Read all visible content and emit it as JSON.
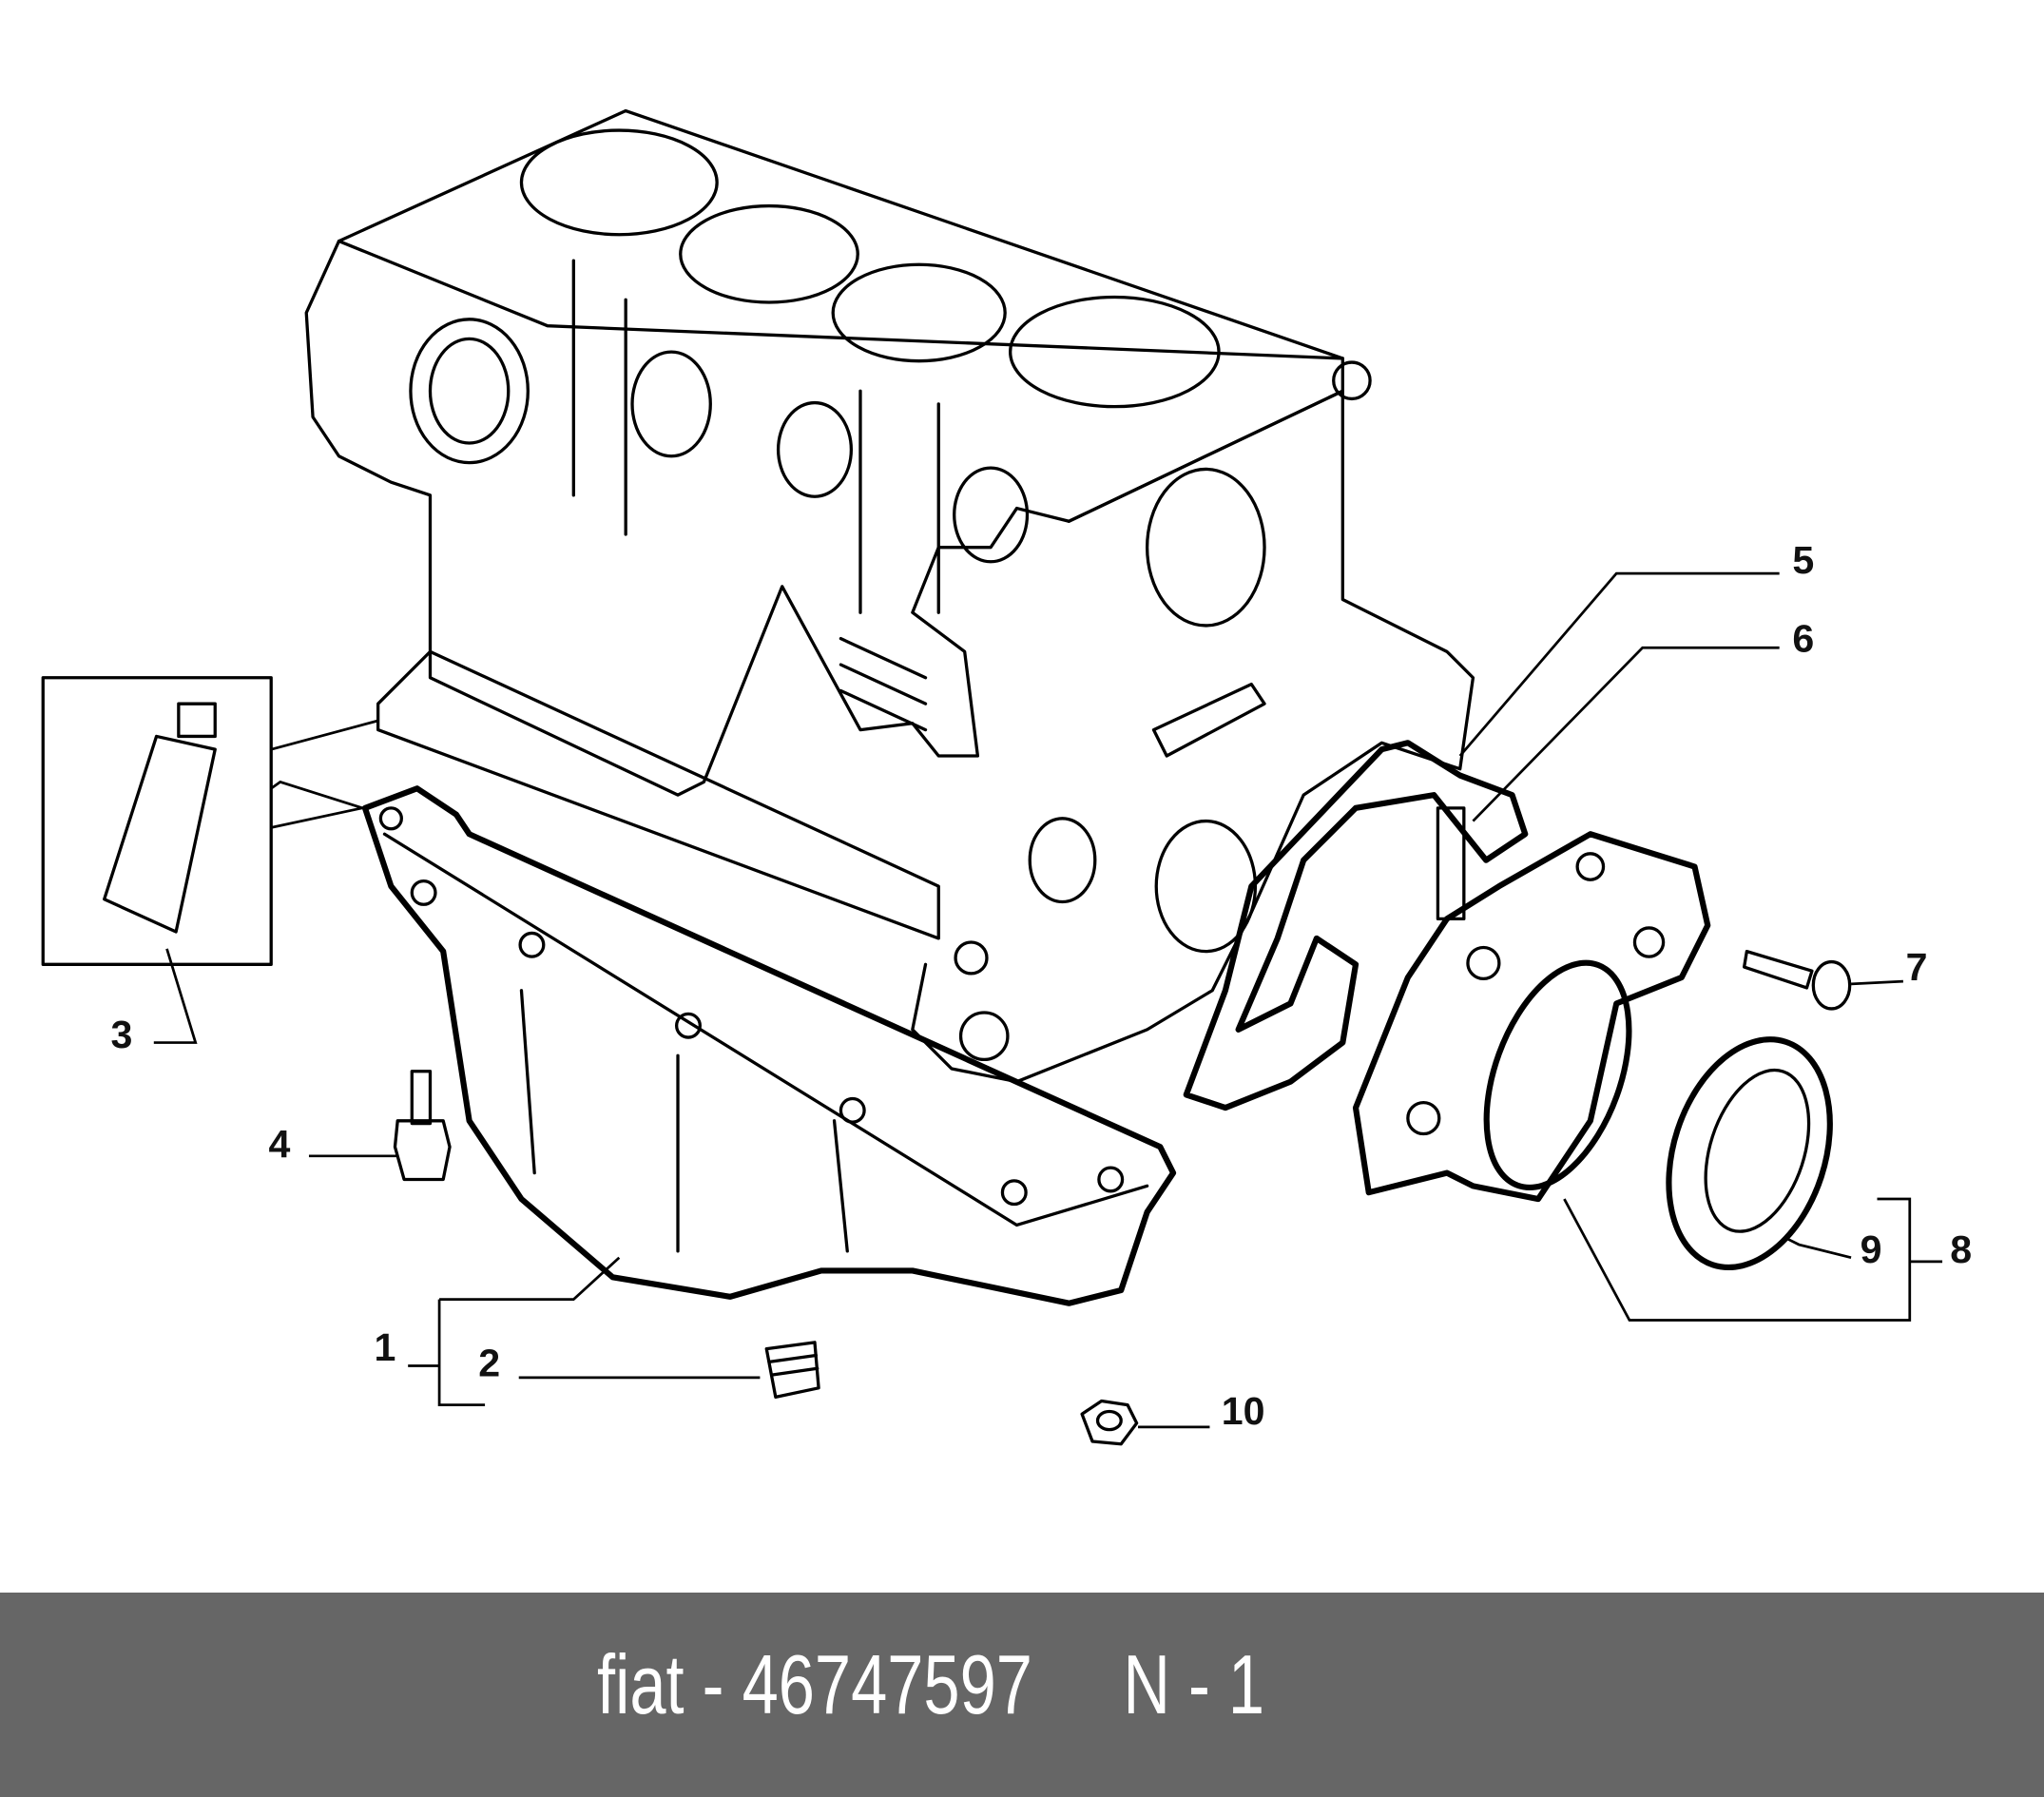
{
  "diagram": {
    "callouts": {
      "c1": "1",
      "c2": "2",
      "c3": "3",
      "c4": "4",
      "c5": "5",
      "c6": "6",
      "c7": "7",
      "c8": "8",
      "c9": "9",
      "c10": "10"
    }
  },
  "footer": {
    "brand": "fiat",
    "separator": " - ",
    "part_number": "46747597",
    "page_ref": "N - 1"
  }
}
